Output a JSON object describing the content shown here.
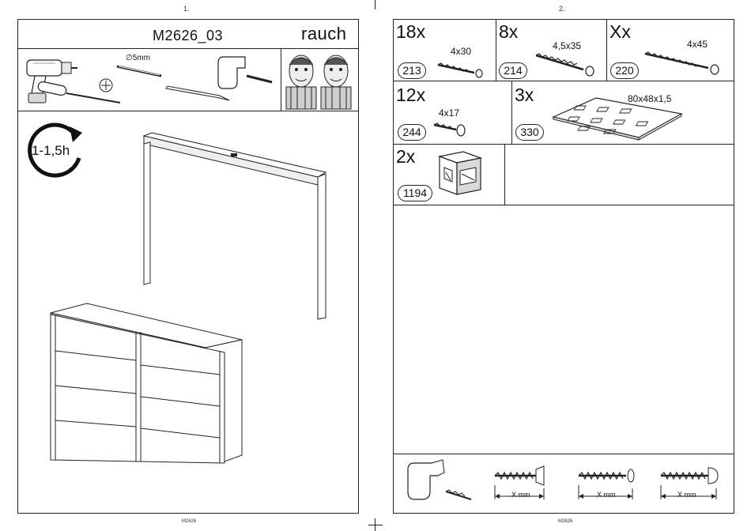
{
  "page_left": {
    "page_number": "1.",
    "model_code": "M2626_03",
    "brand": "rauch",
    "drill_bit_label": "∅5mm",
    "time_estimate": "1-1,5h",
    "footer_code": "M2626"
  },
  "page_right": {
    "page_number": "2.",
    "footer_code": "M2626",
    "parts": [
      {
        "qty": "18x",
        "dim": "4x30",
        "part_no": "213"
      },
      {
        "qty": "8x",
        "dim": "4,5x35",
        "part_no": "214"
      },
      {
        "qty": "Xx",
        "dim": "4x45",
        "part_no": "220"
      },
      {
        "qty": "12x",
        "dim": "4x17",
        "part_no": "244"
      },
      {
        "qty": "3x",
        "dim": "80x48x1,5",
        "part_no": "330"
      },
      {
        "qty": "2x",
        "dim": "",
        "part_no": "1194"
      }
    ],
    "measure_labels": [
      "X mm",
      "X mm",
      "X mm"
    ]
  },
  "colors": {
    "line": "#222222",
    "background": "#ffffff",
    "shading": "#d9d9d9"
  }
}
